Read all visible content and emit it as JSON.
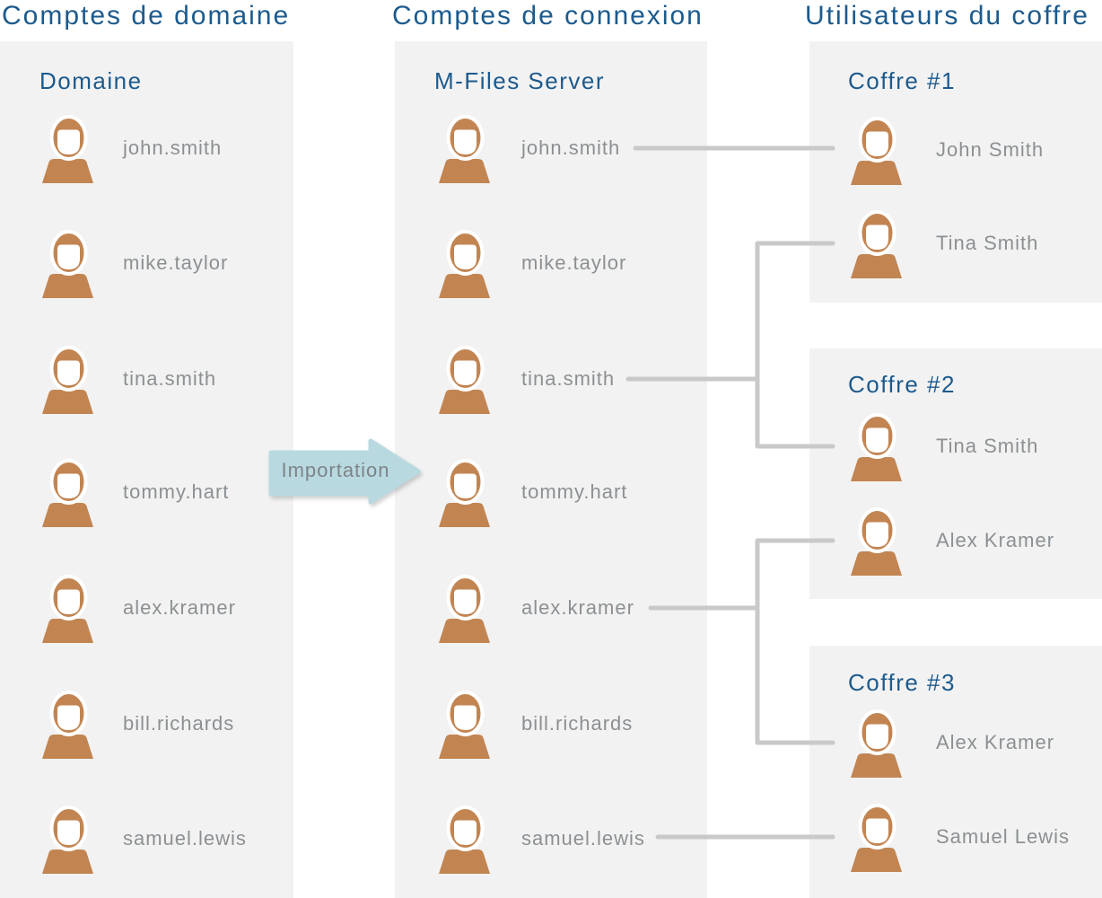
{
  "colors": {
    "title_blue": "#1c5a8d",
    "person_brown": "#c28552",
    "box_gray": "#f2f2f2",
    "connector_gray": "#c9c9c9",
    "name_gray": "#8c9093",
    "arrow_blue": "#b9d9e0",
    "arrow_text_gray": "#7d8488"
  },
  "columns": {
    "domain": {
      "title": "Comptes de domaine",
      "box_header": "Domaine",
      "users": [
        "john.smith",
        "mike.taylor",
        "tina.smith",
        "tommy.hart",
        "alex.kramer",
        "bill.richards",
        "samuel.lewis"
      ]
    },
    "login": {
      "title": "Comptes de connexion",
      "box_header": "M-Files Server",
      "users": [
        "john.smith",
        "mike.taylor",
        "tina.smith",
        "tommy.hart",
        "alex.kramer",
        "bill.richards",
        "samuel.lewis"
      ]
    },
    "vaults": {
      "title": "Utilisateurs du coffre",
      "boxes": [
        {
          "header": "Coffre #1",
          "users": [
            "John Smith",
            "Tina Smith"
          ]
        },
        {
          "header": "Coffre #2",
          "users": [
            "Tina Smith",
            "Alex Kramer"
          ]
        },
        {
          "header": "Coffre #3",
          "users": [
            "Alex Kramer",
            "Samuel Lewis"
          ]
        }
      ]
    }
  },
  "arrow": {
    "label": "Importation"
  }
}
